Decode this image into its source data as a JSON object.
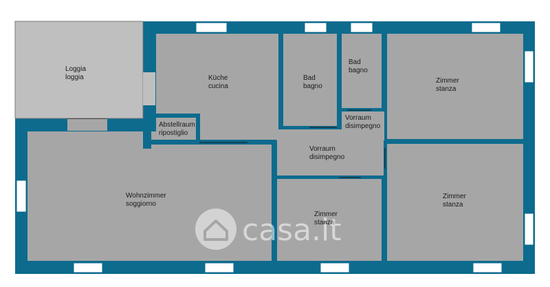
{
  "colors": {
    "wall": "#0d6b8e",
    "room": "#a6a6a6",
    "loggia": "#bfbfbf",
    "window": "#ffffff",
    "door_line": "#1a1a1a",
    "label": "#1a1a1a",
    "watermark": "#ffffff"
  },
  "rooms": {
    "loggia": {
      "line1": "Loggia",
      "line2": "loggia"
    },
    "kitchen": {
      "line1": "Küche",
      "line2": "cucina"
    },
    "storage": {
      "line1": "Abstellraum",
      "line2": "ripostiglio"
    },
    "bath_1": {
      "line1": "Bad",
      "line2": "bagno"
    },
    "bath_2": {
      "line1": "Bad",
      "line2": "bagno"
    },
    "hall_small": {
      "line1": "Vorraum",
      "line2": "disimpegno"
    },
    "hall_main": {
      "line1": "Vorraum",
      "line2": "disimpegno"
    },
    "room_top_right": {
      "line1": "Zimmer",
      "line2": "stanza"
    },
    "room_bottom_right": {
      "line1": "Zimmer",
      "line2": "stanza"
    },
    "room_bottom_center": {
      "line1": "Zimmer",
      "line2": "stanza"
    },
    "living": {
      "line1": "Wohnzimmer",
      "line2": "soggiorno"
    }
  },
  "watermark": {
    "text": "casa.it",
    "icon": "house-icon"
  }
}
